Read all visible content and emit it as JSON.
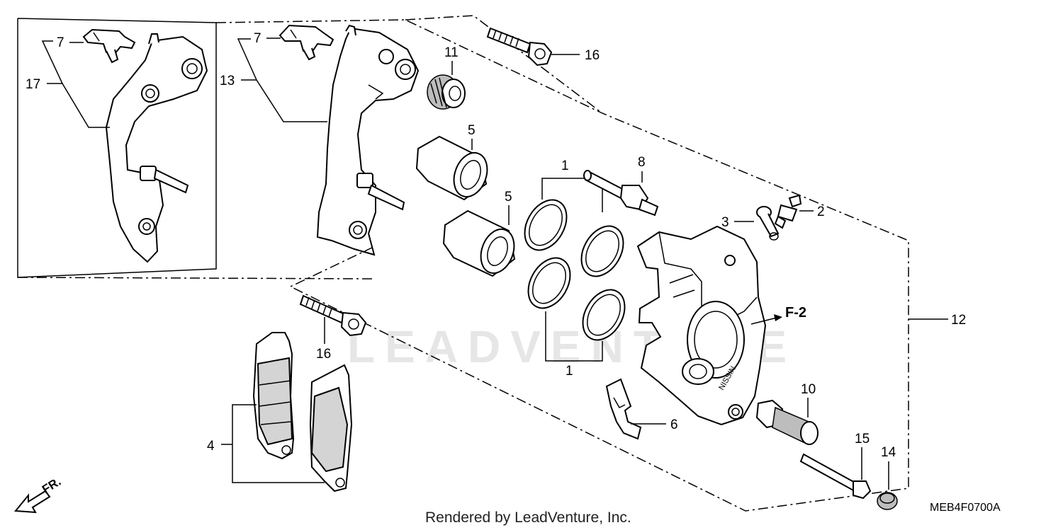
{
  "watermark": "LEADVENTURE",
  "footer": "Rendered by LeadVenture, Inc.",
  "diagram_code": "MEB4F0700A",
  "direction_label": "FR.",
  "ref_label": "F-2",
  "callouts": {
    "c1a": "1",
    "c1b": "1",
    "c2": "2",
    "c3": "3",
    "c4": "4",
    "c5a": "5",
    "c5b": "5",
    "c6": "6",
    "c7a": "7",
    "c7b": "7",
    "c8": "8",
    "c10": "10",
    "c11": "11",
    "c12": "12",
    "c13": "13",
    "c14": "14",
    "c15": "15",
    "c16a": "16",
    "c16b": "16",
    "c17": "17"
  }
}
